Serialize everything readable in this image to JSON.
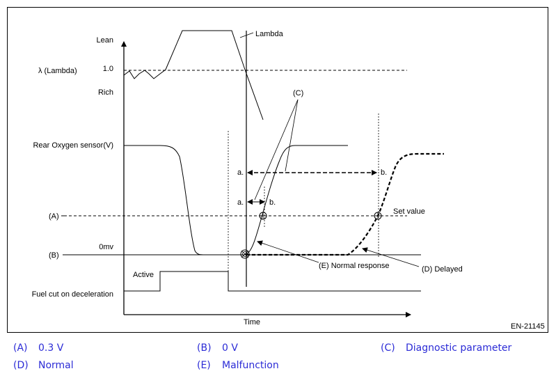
{
  "diagram": {
    "labels": {
      "lean": "Lean",
      "lambda_axis": "λ  (Lambda)",
      "lambda_value": "1.0",
      "rich": "Rich",
      "lambda_curve": "Lambda",
      "rear_o2": "Rear Oxygen sensor(V)",
      "marker_a": "(A)",
      "marker_b": "(B)",
      "zero_mv": "0mv",
      "active": "Active",
      "fuel_cut": "Fuel cut on deceleration",
      "time": "Time",
      "c_label": "(C)",
      "a1": "a.",
      "b1": "b.",
      "a2": "a.",
      "b2": "b.",
      "set_value": "Set value",
      "normal_response": "(E) Normal response",
      "delayed": "(D) Delayed",
      "figure_code": "EN-21145"
    }
  },
  "legend": [
    {
      "key": "(A)",
      "value": "0.3 V"
    },
    {
      "key": "(B)",
      "value": "0 V"
    },
    {
      "key": "(C)",
      "value": "Diagnostic parameter"
    },
    {
      "key": "(D)",
      "value": "Normal"
    },
    {
      "key": "(E)",
      "value": "Malfunction"
    }
  ]
}
